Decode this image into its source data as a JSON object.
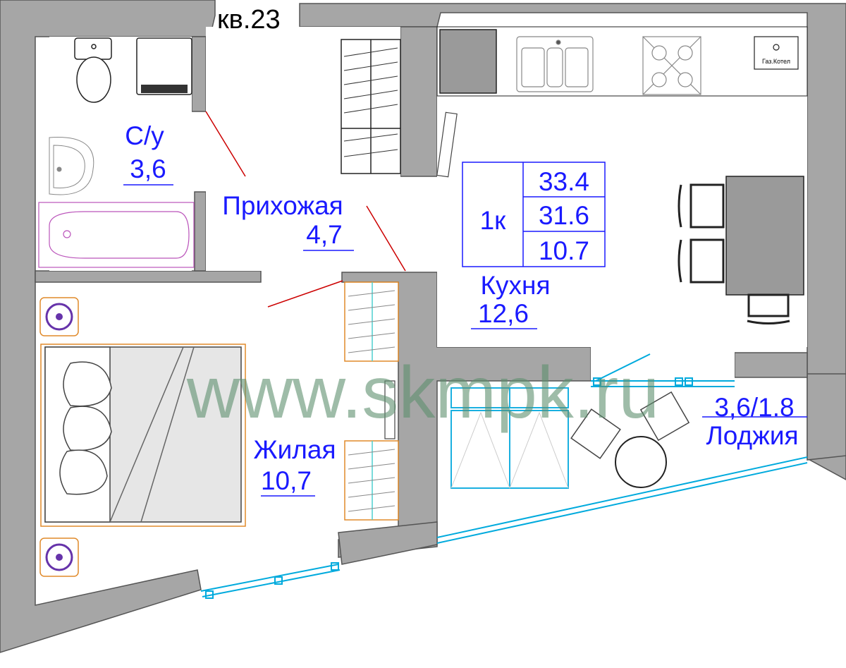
{
  "apartment": {
    "number_label": "кв.23"
  },
  "summary": {
    "rooms": "1к",
    "total_area": "33.4",
    "area_no_loggia": "31.6",
    "living_area": "10.7"
  },
  "rooms": {
    "bathroom": {
      "name": "С/у",
      "area": "3,6"
    },
    "hallway": {
      "name": "Прихожая",
      "area": "4,7"
    },
    "kitchen": {
      "name": "Кухня",
      "area": "12,6"
    },
    "living": {
      "name": "Жилая",
      "area": "10,7"
    },
    "loggia": {
      "name": "Лоджия",
      "area": "3,6/1.8"
    }
  },
  "fixtures": {
    "boiler_label": "Газ.Котел"
  },
  "watermark": "www.skmpk.ru",
  "colors": {
    "wall": "#a6a6a6",
    "label": "#1a1aff",
    "window": "#00aadd",
    "furniture_outline": "#e08a2a",
    "bath": "#bb55bb"
  }
}
